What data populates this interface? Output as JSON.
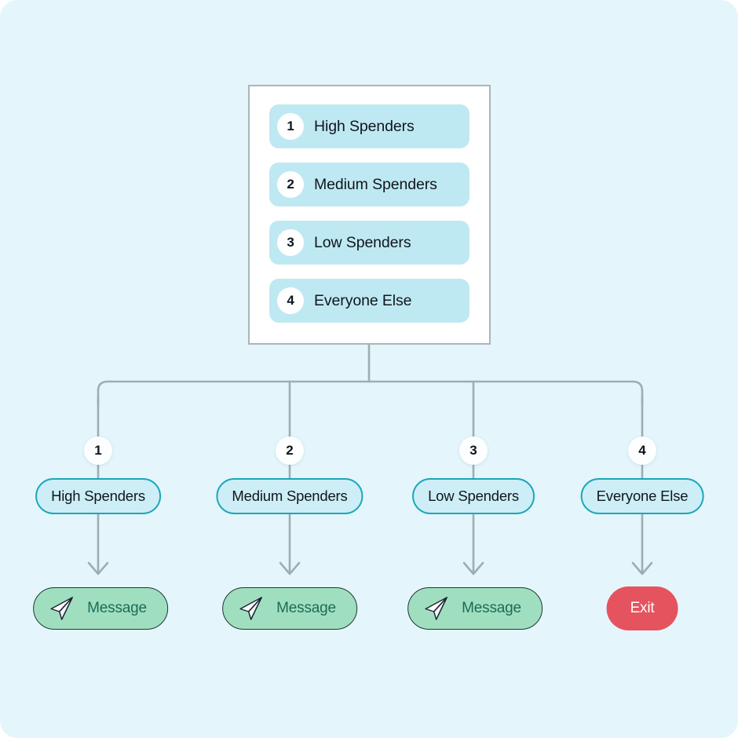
{
  "canvas": {
    "background_color": "#e4f6fb"
  },
  "segment_panel": {
    "border_color": "#a9b6ba",
    "background_color": "#ffffff",
    "row_color": "#bfe9f2",
    "badge_color": "#ffffff",
    "rows": [
      {
        "number": "1",
        "label": "High Spenders"
      },
      {
        "number": "2",
        "label": "Medium Spenders"
      },
      {
        "number": "3",
        "label": "Low Spenders"
      },
      {
        "number": "4",
        "label": "Everyone Else"
      }
    ]
  },
  "connectors": {
    "line_color": "#9fadb2"
  },
  "branches": [
    {
      "number": "1",
      "condition_label": "High Spenders",
      "action_label": "Message",
      "action_type": "message",
      "action_icon": "paper-plane-icon"
    },
    {
      "number": "2",
      "condition_label": "Medium Spenders",
      "action_label": "Message",
      "action_type": "message",
      "action_icon": "paper-plane-icon"
    },
    {
      "number": "3",
      "condition_label": "Low Spenders",
      "action_label": "Message",
      "action_type": "message",
      "action_icon": "paper-plane-icon"
    },
    {
      "number": "4",
      "condition_label": "Everyone Else",
      "action_label": "Exit",
      "action_type": "exit",
      "action_icon": "none"
    }
  ],
  "colors": {
    "branch_pill_border": "#1ba7b9",
    "branch_pill_fill": "#cdeef6",
    "message_fill": "#9fdfc0",
    "message_text": "#1d6b57",
    "exit_fill": "#e5535e",
    "exit_text": "#ffffff"
  }
}
